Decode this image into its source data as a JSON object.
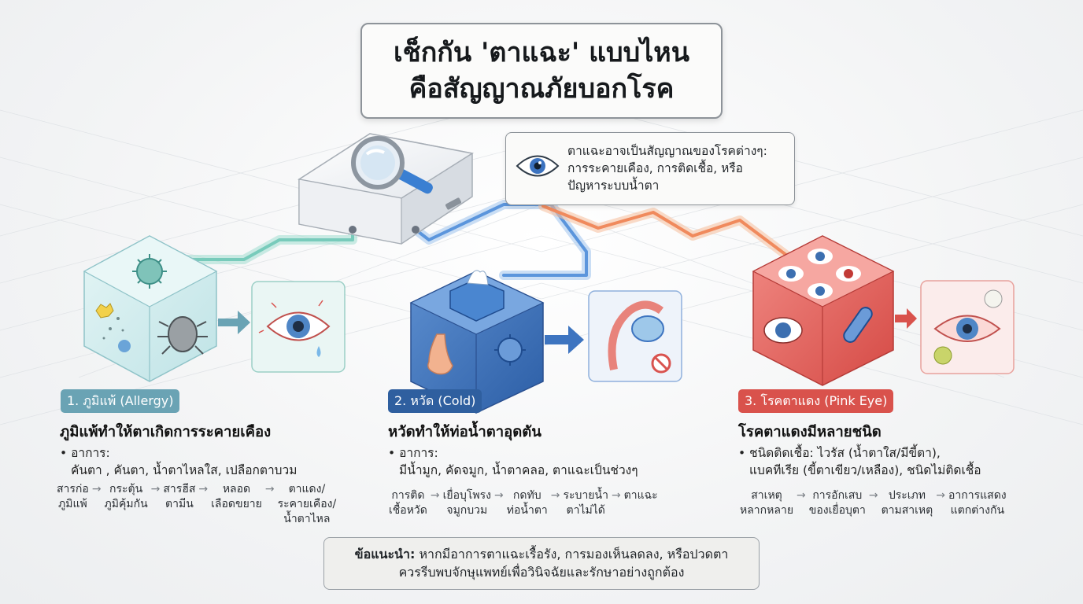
{
  "title": {
    "line1": "เช็กกัน 'ตาแฉะ' แบบไหน",
    "line2": "คือสัญญาณภัยบอกโรค"
  },
  "info": {
    "icon": "eye-icon",
    "line1": "ตาแฉะอาจเป็นสัญญาณของโรคต่างๆ:",
    "line2": "การระคายเคือง, การติดเชื้อ, หรือ",
    "line3": "ปัญหาระบบน้ำตา"
  },
  "colors": {
    "allergy": "#6aa3b4",
    "cold": "#2f5f9f",
    "pinkeye": "#d9524c"
  },
  "sections": [
    {
      "badge": "1. ภูมิแพ้ (Allergy)",
      "heading": "ภูมิแพ้ทำให้ตาเกิดการระคายเคือง",
      "symptom_label": "• อาการ:",
      "symptom_text": "คันตา , คันตา, น้ำตาไหลใส, เปลือกตาบวม",
      "flow": [
        [
          "สารก่อ",
          "ภูมิแพ้"
        ],
        [
          "กระตุ้น",
          "ภูมิคุ้มกัน"
        ],
        [
          "สารฮีส",
          "ตามีน"
        ],
        [
          "หลอด",
          "เลือดขยาย"
        ],
        [
          "ตาแดง/",
          "ระคายเคือง/",
          "น้ำตาไหล"
        ]
      ]
    },
    {
      "badge": "2. หวัด (Cold)",
      "heading": "หวัดทำให้ท่อน้ำตาอุดตัน",
      "symptom_label": "• อาการ:",
      "symptom_text": "มีน้ำมูก, คัดจมูก, น้ำตาคลอ, ตาแฉะเป็นช่วงๆ",
      "flow": [
        [
          "การติด",
          "เชื้อหวัด"
        ],
        [
          "เยื่อบุโพรง",
          "จมูกบวม"
        ],
        [
          "กดทับ",
          "ท่อน้ำตา"
        ],
        [
          "ระบายน้ำ",
          "ตาไม่ได้"
        ],
        [
          "ตาแฉะ"
        ]
      ]
    },
    {
      "badge": "3. โรคตาแดง (Pink Eye)",
      "heading": "โรคตาแดงมีหลายชนิด",
      "symptom_label": "• ชนิดติดเชื้อ: ไวรัส (น้ำตาใส/มีขี้ตา),",
      "symptom_text": "แบคทีเรีย (ขี้ตาเขียว/เหลือง), ชนิดไม่ติดเชื้อ",
      "flow": [
        [
          "สาเหตุ",
          "หลากหลาย"
        ],
        [
          "การอักเสบ",
          "ของเยื่อบุตา"
        ],
        [
          "ประเภท",
          "ตามสาเหตุ"
        ],
        [
          "อาการแสดง",
          "แตกต่างกัน"
        ]
      ]
    }
  ],
  "advice": {
    "label": "ข้อแนะนำ:",
    "line1": "หากมีอาการตาแฉะเรื้อรัง, การมองเห็นลดลง, หรือปวดตา",
    "line2": "ควรรีบพบจักษุแพทย์เพื่อวินิจฉัยและรักษาอย่างถูกต้อง"
  }
}
